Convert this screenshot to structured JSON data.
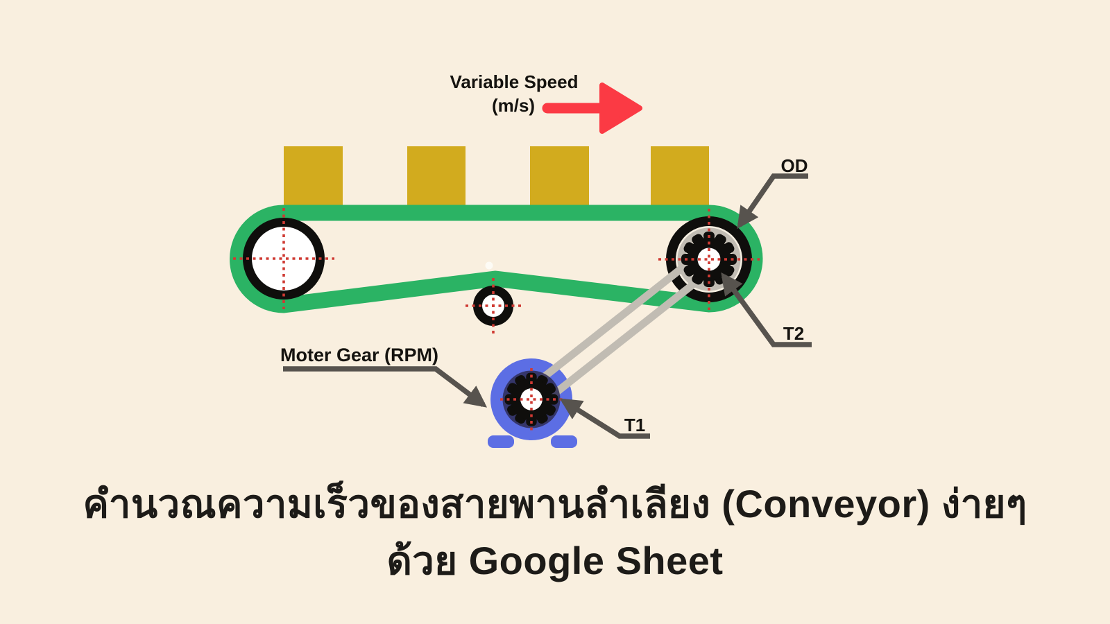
{
  "diagram": {
    "flow_label_line1": "Variable Speed",
    "flow_label_line2": "(m/s)",
    "od_label": "OD",
    "t2_label": "T2",
    "t1_label": "T1",
    "motor_label": "Moter Gear (RPM)"
  },
  "title": {
    "line1": "คำนวณความเร็วของสายพานลำเลียง (Conveyor) ง่ายๆ",
    "line2": "ด้วย Google Sheet"
  },
  "colors": {
    "background": "#f9efdf",
    "belt_green": "#2bb364",
    "box_yellow": "#d2ab1e",
    "motor_blue": "#5c6ee4",
    "arrow_red": "#fb3a44",
    "leader_gray": "#57534e",
    "chain_gray": "#c1bcb3",
    "crosshair_red": "#cf3a33",
    "pulley_black": "#0f0e0c",
    "label_black": "#15130f"
  }
}
